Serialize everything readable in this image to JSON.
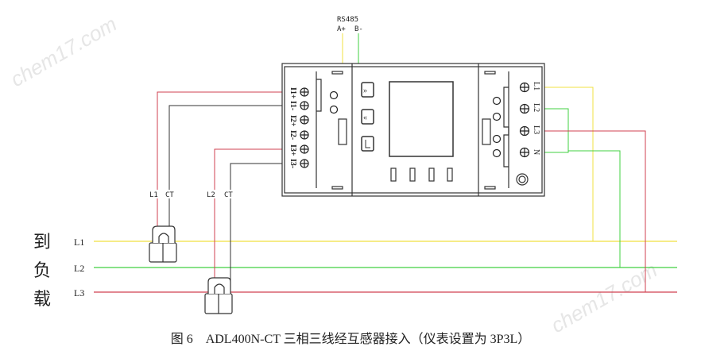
{
  "rs485": {
    "title": "RS485",
    "a": "A+",
    "b": "B-"
  },
  "left_terminals": [
    "I1+",
    "I1-",
    "I2+",
    "I2-",
    "I3+",
    "I3-"
  ],
  "right_terminals": [
    "L1",
    "L2",
    "L3",
    "N"
  ],
  "ct_labels": [
    {
      "line": "L1",
      "ct": "CT"
    },
    {
      "line": "L2",
      "ct": "CT"
    }
  ],
  "load": {
    "chars": [
      "到",
      "负",
      "载"
    ],
    "lines": [
      "L1",
      "L2",
      "L3"
    ]
  },
  "caption": "图 6　ADL400N-CT  三相三线经互感器接入（仪表设置为 3P3L）",
  "watermark": "chem17.com",
  "colors": {
    "l1": "#f0e040",
    "l2": "#40d040",
    "l3": "#d04050",
    "black": "#333333"
  }
}
